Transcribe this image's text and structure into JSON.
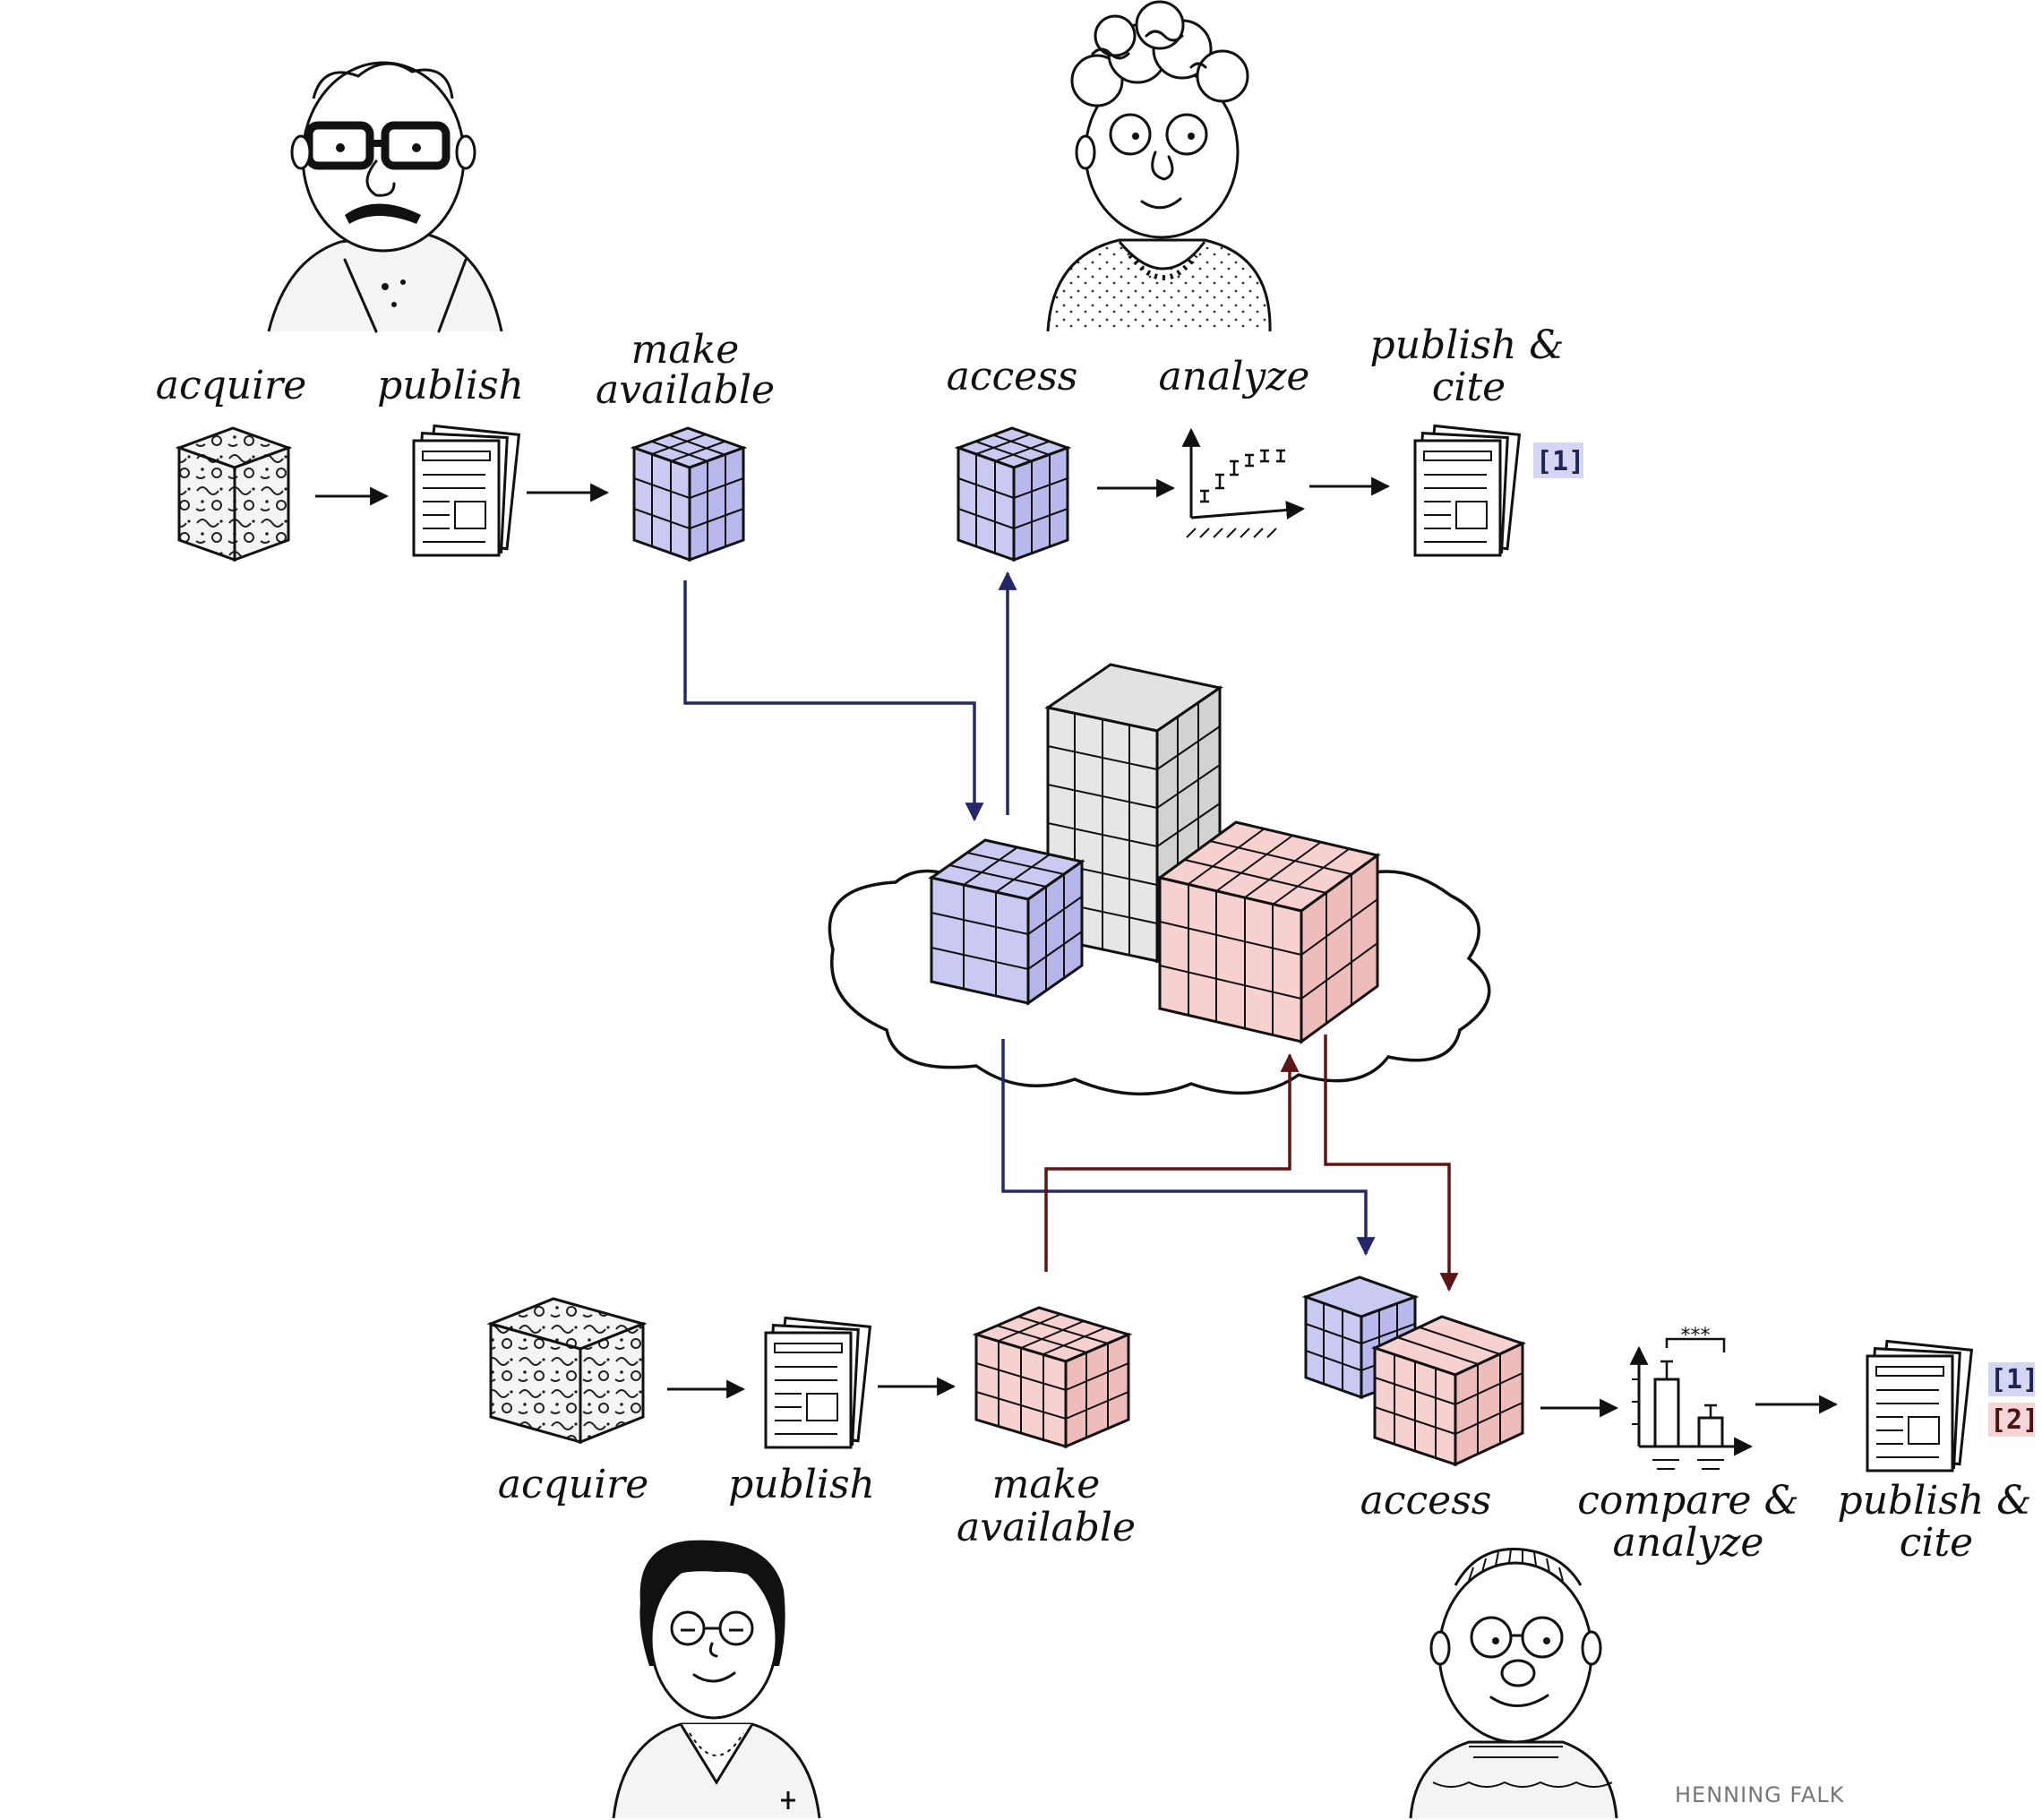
{
  "labels": {
    "p1_acquire": "acquire",
    "p1_publish": "publish",
    "p1_make": "make",
    "p1_available": "available",
    "p2_access": "access",
    "p2_analyze": "analyze",
    "p2_publish": "publish &",
    "p2_cite": "cite",
    "p3_acquire": "acquire",
    "p3_publish": "publish",
    "p3_make": "make",
    "p3_available": "available",
    "p4_access": "access",
    "p4_compare": "compare &",
    "p4_analyze": "analyze",
    "p4_publish": "publish &",
    "p4_cite": "cite"
  },
  "citations": {
    "top_ref": "[1]",
    "bottom_ref_1": "[1]",
    "bottom_ref_2": "[2]"
  },
  "chart_annotation": "***",
  "signature": "HENNING FALK",
  "colors": {
    "blue_cube": "#c9c9f2",
    "red_cube": "#f7d0d0",
    "grey_cube": "#e2e2e2",
    "blue_arrow": "#26266a",
    "red_arrow": "#5c1616",
    "cite_highlight_blue": "#d5d5f5",
    "cite_highlight_red": "#f5d5d5"
  }
}
